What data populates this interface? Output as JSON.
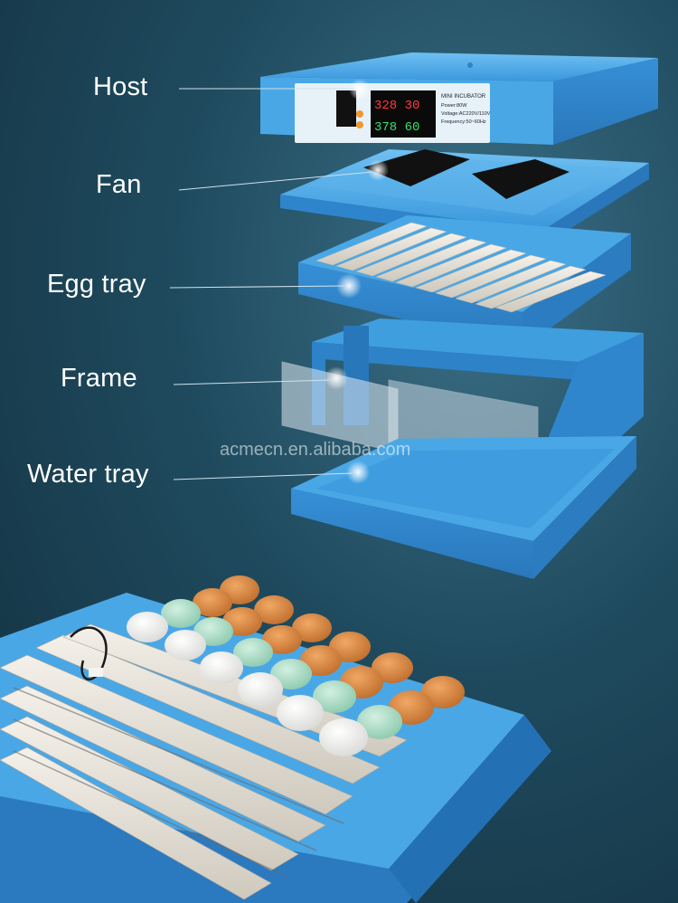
{
  "labels": {
    "host": "Host",
    "fan": "Fan",
    "egg_tray": "Egg tray",
    "frame": "Frame",
    "water_tray": "Water tray"
  },
  "host_panel": {
    "title": "MINI INCUBATOR",
    "power": "Power:80W",
    "voltage": "Voltage:AC220V/110V",
    "frequency": "Frequency:50~60Hz",
    "display_top": "328 30",
    "display_bottom": "378 60"
  },
  "watermark": "acmecn.en.alibaba.com",
  "colors": {
    "background": "#1f4a5e",
    "incubator_blue": "#3b9be0",
    "egg_orange": "#d9843f",
    "egg_green": "#a9dcc4",
    "egg_white": "#f4f4f2"
  }
}
